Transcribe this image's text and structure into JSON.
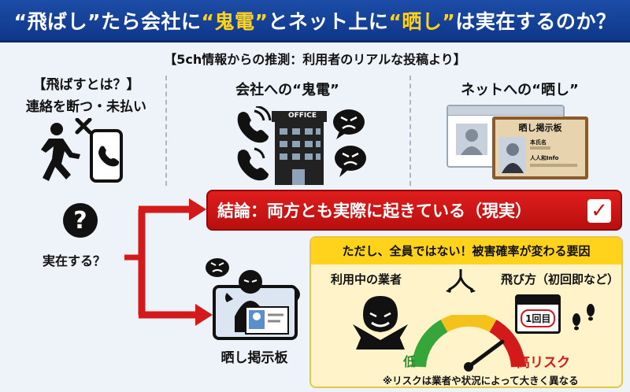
{
  "title": {
    "q1": "“飛ばし”",
    "p1": "たら会社に",
    "q2": "“鬼電”",
    "p2": "とネット上に",
    "q3": "“晒し”",
    "p3": "は実在するのか？"
  },
  "subtitle": "【5ch情報からの推測：利用者のリアルな投稿より】",
  "left": {
    "heading": "【飛ばすとは？】",
    "desc": "連絡を断つ・未払い",
    "question": "実在する？"
  },
  "columns": {
    "company_title": "会社への“鬼電”",
    "office_sign": "OFFICE",
    "net_title": "ネットへの“晒し”",
    "board_title": "晒し掲示板",
    "board_name": "本氏名",
    "board_info": "人人和Info"
  },
  "conclusion": "結論：両方とも実際に起きている（現実）",
  "bottom_left_label": "晒し掲示板",
  "factors": {
    "heading": "ただし、全員ではない！被害確率が変わる要因",
    "factor1": "利用中の業者",
    "factor2": "飛び方（初回即など）",
    "calendar_label": "1回目",
    "low": "低",
    "high": "高リスク",
    "note": "※リスクは業者や状況によって大きく異なる"
  },
  "colors": {
    "header_blue": "#1c4da8",
    "accent_yellow": "#ffd21c",
    "alert_red": "#d21a1a",
    "gauge_green": "#37a63a"
  }
}
